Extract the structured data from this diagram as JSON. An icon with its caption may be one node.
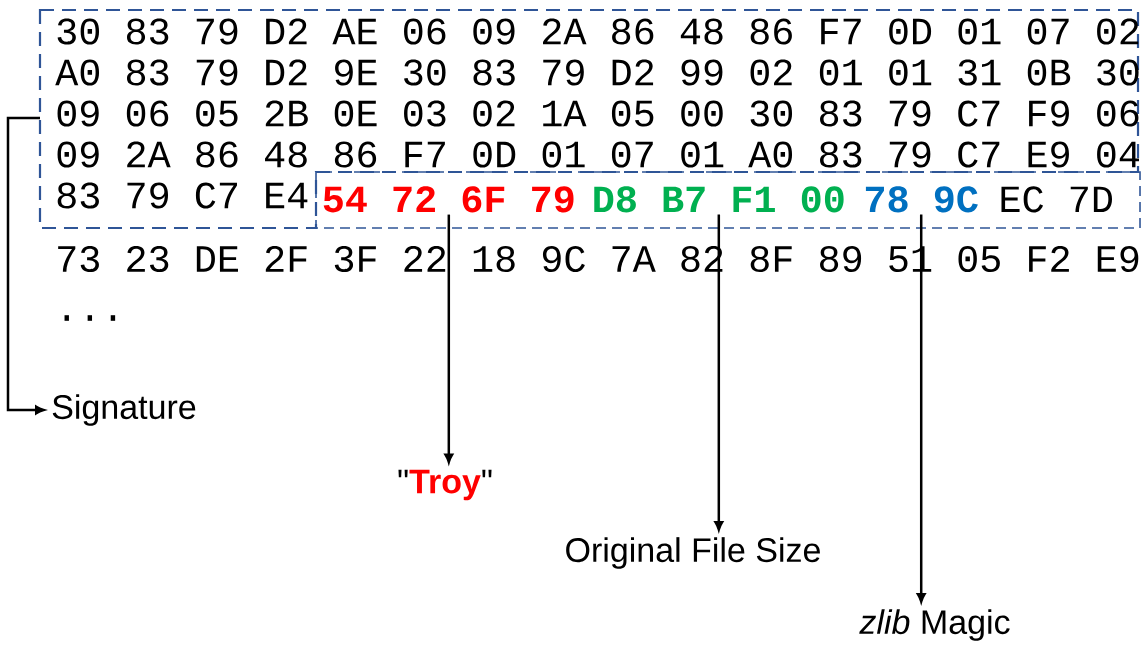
{
  "diagram": {
    "nodes": [
      {
        "text": [
          "30 83 79 D2 AE 06 09 2A 86 48 86 F7 0D 01 07 02",
          "A0 83 79 D2 9E 30 83 79 D2 99 02 01 01 31 0B 30",
          "09 06 05 2B 0E 03 02 1A 05 00 30 83 79 C7 F9 06",
          "09 2A 86 48 86 F7 0D 01 07 01 A0 83 79 C7 E9 04",
          "83 79 C7 E4"
        ]
      },
      {
        "text": [
          "EC 7D"
        ]
      },
      {
        "text": [
          "54 72 6F 79"
        ],
        "in": 1
      },
      {
        "text": [
          "D8 B7 F1 00"
        ],
        "in": 1
      },
      {
        "text": [
          "78 9C"
        ],
        "in": 1
      },
      {
        "text": [
          "Signature"
        ]
      },
      {
        "text": [
          "\"**Troy**\""
        ]
      },
      {
        "text": [
          "Original File Size"
        ]
      },
      {
        "text": [
          "*zlib* Magic"
        ]
      }
    ],
    "edges": [
      {
        "from": 0,
        "to": 5,
        "arrow": "to"
      },
      {
        "from": 2,
        "to": 6,
        "arrow": "to"
      },
      {
        "from": 3,
        "to": 7,
        "arrow": "to"
      },
      {
        "from": 4,
        "to": 8,
        "arrow": "to"
      }
    ],
    "labels": [
      "73 23 DE 2F 3F 22 18 9C 7A 82 8F 89 51 05 F2 E9",
      "..."
    ]
  }
}
